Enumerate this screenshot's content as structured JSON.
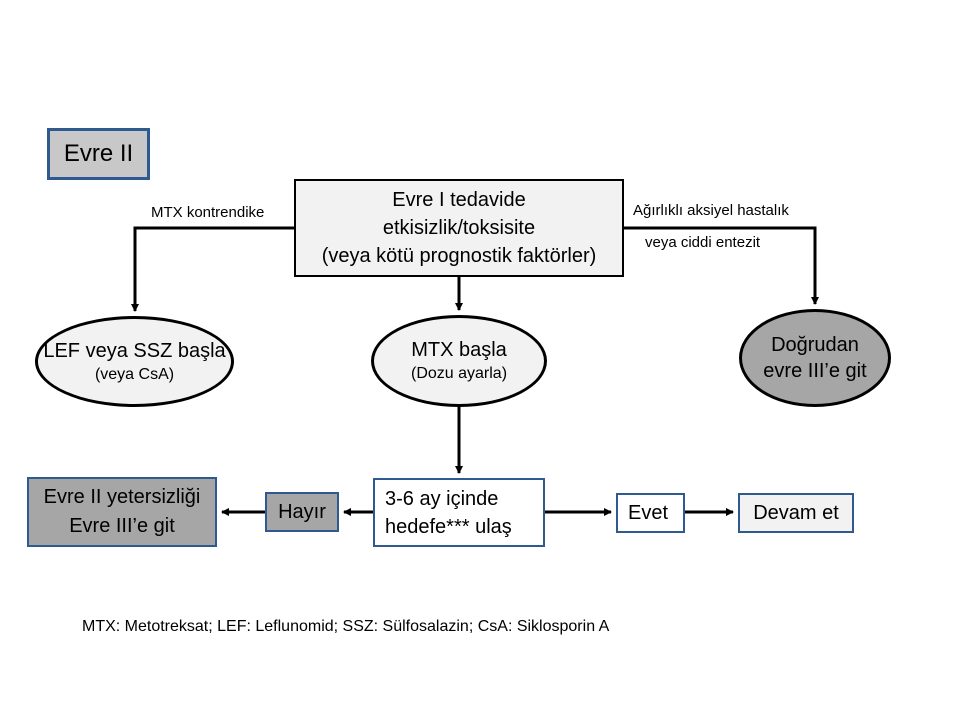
{
  "stage_label": "Evre II",
  "main_box": {
    "line1": "Evre I tedavide",
    "line2": "etkisizlik/toksisite",
    "line3": "(veya kötü prognostik faktörler)"
  },
  "left_branch": {
    "condition": "MTX kontrendike",
    "node_main": "LEF veya SSZ başla",
    "node_sub": "(veya CsA)"
  },
  "middle_branch": {
    "node_main": "MTX başla",
    "node_sub": "(Dozu ayarla)"
  },
  "right_branch": {
    "condition_line1": "Ağırlıklı aksiyel hastalık",
    "condition_line2": "veya ciddi entezit",
    "node_line1": "Doğrudan",
    "node_line2": "evre III’e git"
  },
  "decision": {
    "line1": "3-6 ay içinde",
    "line2": "hedefe*** ulaş"
  },
  "no_path": {
    "label": "Hayır",
    "result_line1": "Evre II yetersizliği",
    "result_line2": "Evre III’e git"
  },
  "yes_path": {
    "label": "Evet",
    "result": "Devam et"
  },
  "footnote": "MTX: Metotreksat; LEF: Leflunomid; SSZ: Sülfosalazin; CsA: Siklosporin A",
  "colors": {
    "box_border_blue": "#2f5a8f",
    "dark_fill": "#a6a6a6",
    "light_fill": "#f2f2f2",
    "stage_fill": "#c8c8c8"
  }
}
